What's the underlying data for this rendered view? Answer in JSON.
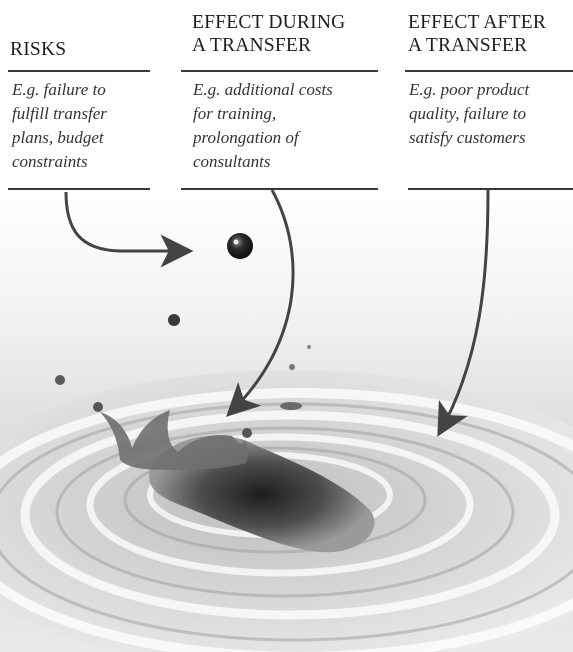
{
  "columns": [
    {
      "heading_lines": [
        "RISKS"
      ],
      "description_lines": [
        "E.g. failure to",
        "fulfill transfer",
        "plans, budget",
        "constraints"
      ]
    },
    {
      "heading_lines": [
        "EFFECT DURING",
        "A TRANSFER"
      ],
      "description_lines": [
        "E.g. additional costs",
        "for training,",
        "prolongation of",
        "consultants"
      ]
    },
    {
      "heading_lines": [
        "EFFECT AFTER",
        "A TRANSFER"
      ],
      "description_lines": [
        "E.g. poor product",
        "quality, failure to",
        "satisfy customers"
      ]
    }
  ],
  "illustration": {
    "subject": "liquid drop splash with ripples",
    "colors": {
      "milk": "#ececec",
      "ink": "#2a2a2a",
      "rule": "#3a3a3a"
    }
  }
}
